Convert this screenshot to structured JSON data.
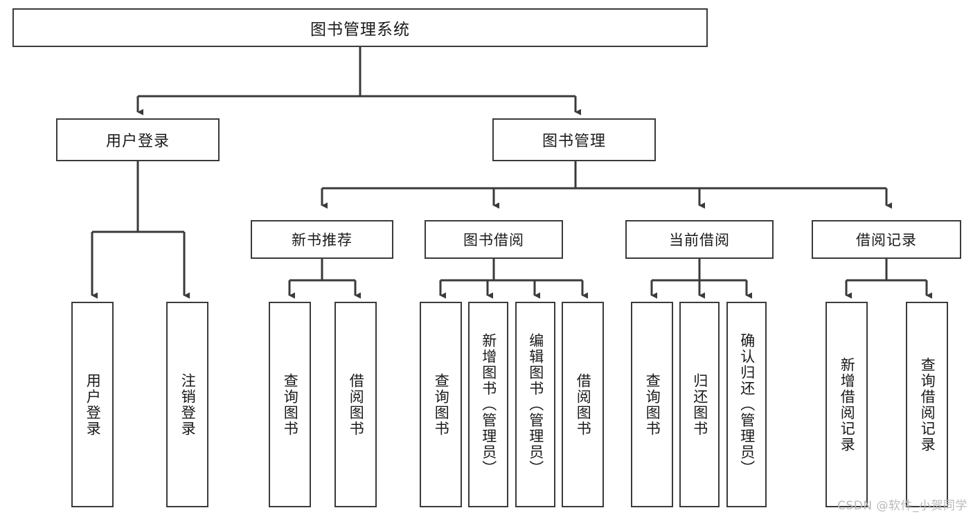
{
  "diagram": {
    "type": "tree",
    "title": "图书管理系统",
    "watermark": "CSDN @软件_小贺同学",
    "colors": {
      "box_border": "#3a3a3a",
      "box_fill": "#ffffff",
      "connector": "#3a3a3a",
      "text": "#1a1a1a",
      "watermark": "#b9b9b9"
    },
    "nodes": {
      "root": {
        "label": "图书管理系统"
      },
      "level2": [
        {
          "id": "user-login",
          "label": "用户登录"
        },
        {
          "id": "book-manage",
          "label": "图书管理"
        }
      ],
      "level3": [
        {
          "id": "new-book-recommend",
          "label": "新书推荐"
        },
        {
          "id": "book-borrow",
          "label": "图书借阅"
        },
        {
          "id": "current-borrow",
          "label": "当前借阅"
        },
        {
          "id": "borrow-record",
          "label": "借阅记录"
        }
      ],
      "leaves": [
        {
          "id": "leaf-user-login",
          "label": "用户登录",
          "parent": "user-login"
        },
        {
          "id": "leaf-logout-login",
          "label": "注销登录",
          "parent": "user-login"
        },
        {
          "id": "leaf-query-book-1",
          "label": "查询图书",
          "parent": "new-book-recommend"
        },
        {
          "id": "leaf-borrow-book-1",
          "label": "借阅图书",
          "parent": "new-book-recommend"
        },
        {
          "id": "leaf-query-book-2",
          "label": "查询图书",
          "parent": "book-borrow"
        },
        {
          "id": "leaf-add-book",
          "label": "新增图书（管理员）",
          "parent": "book-borrow"
        },
        {
          "id": "leaf-edit-book",
          "label": "编辑图书（管理员）",
          "parent": "book-borrow"
        },
        {
          "id": "leaf-borrow-book-2",
          "label": "借阅图书",
          "parent": "book-borrow"
        },
        {
          "id": "leaf-query-book-3",
          "label": "查询图书",
          "parent": "current-borrow"
        },
        {
          "id": "leaf-return-book",
          "label": "归还图书",
          "parent": "current-borrow"
        },
        {
          "id": "leaf-confirm-return",
          "label": "确认归还（管理员）",
          "parent": "current-borrow"
        },
        {
          "id": "leaf-add-record",
          "label": "新增借阅记录",
          "parent": "borrow-record"
        },
        {
          "id": "leaf-query-record",
          "label": "查询借阅记录",
          "parent": "borrow-record"
        }
      ]
    }
  }
}
